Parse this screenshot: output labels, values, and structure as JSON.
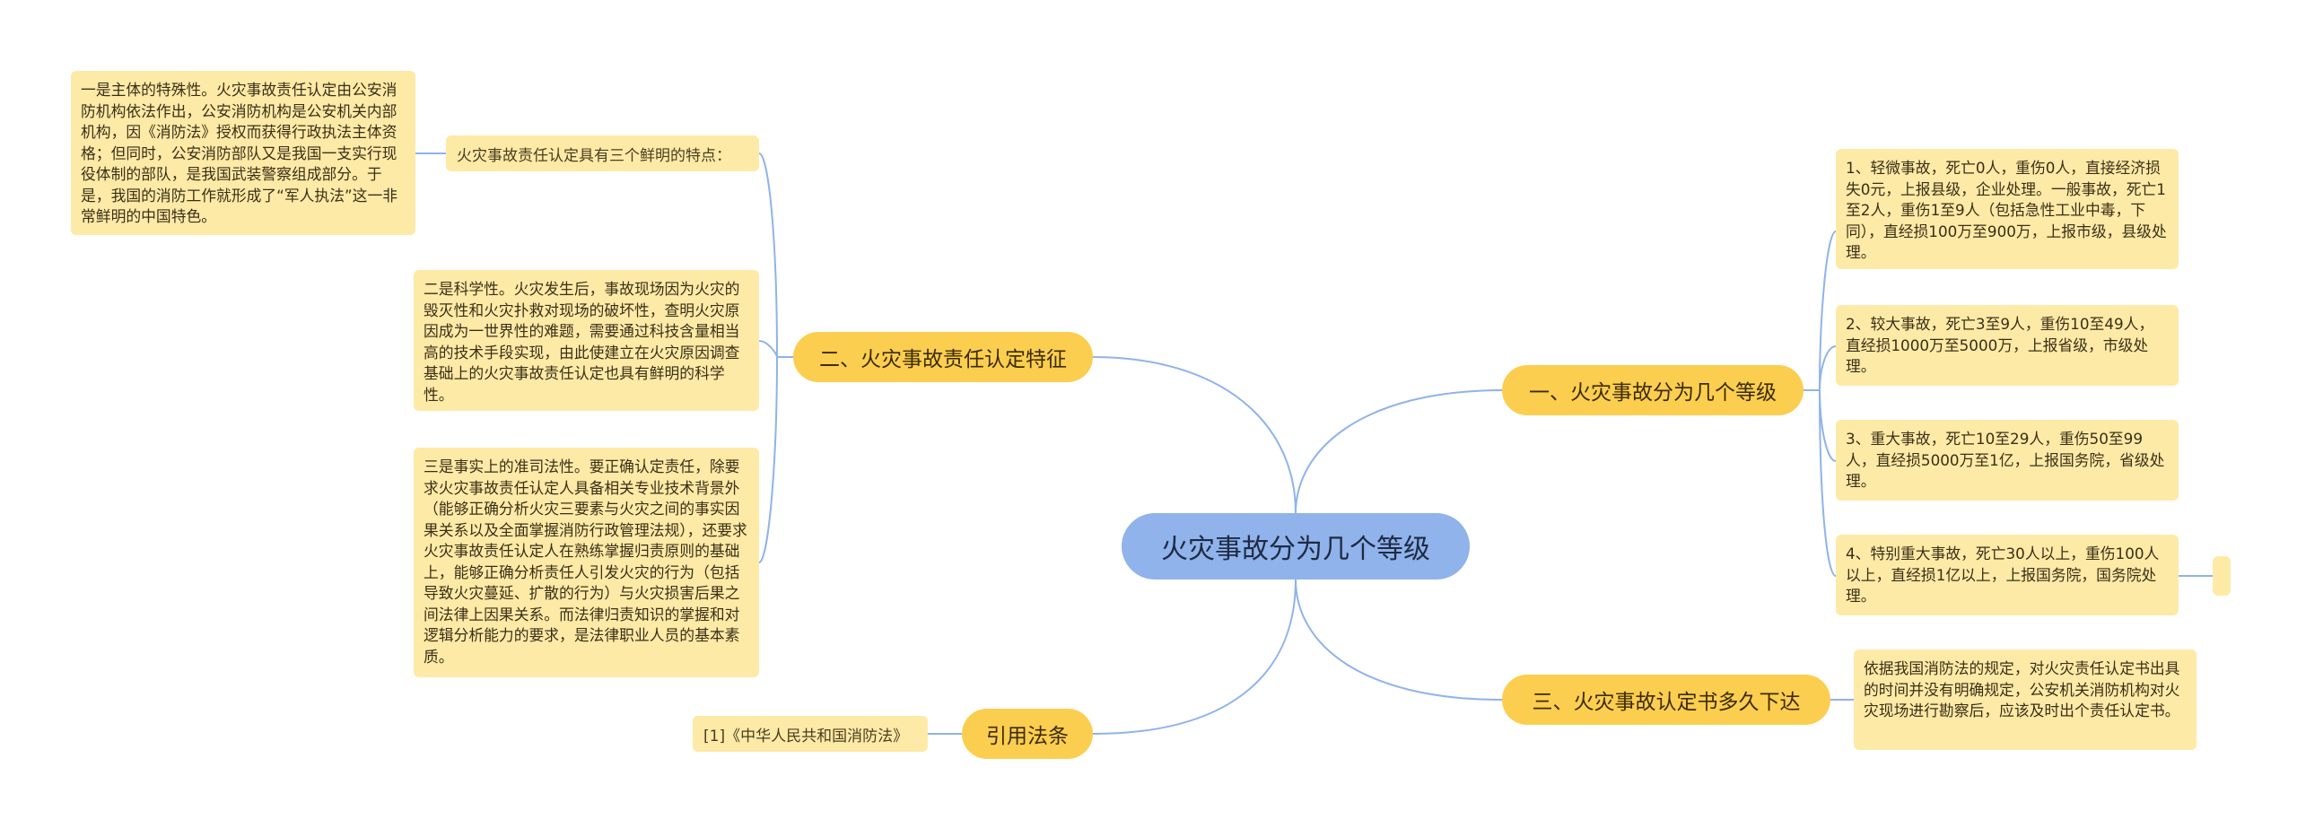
{
  "root": {
    "title": "火灾事故分为几个等级"
  },
  "right": {
    "grades": {
      "title": "一、火灾事故分为几个等级",
      "items": [
        "1、轻微事故，死亡0人，重伤0人，直接经济损失0元，上报县级，企业处理。一般事故，死亡1至2人，重伤1至9人（包括急性工业中毒，下同），直经损100万至900万，上报市级，县级处理。",
        "2、较大事故，死亡3至9人，重伤10至49人，直经损1000万至5000万，上报省级，市级处理。",
        "3、重大事故，死亡10至29人，重伤50至99人，直经损5000万至1亿，上报国务院，省级处理。",
        "4、特别重大事故，死亡30人以上，重伤100人以上，直经损1亿以上，上报国务院，国务院处理。"
      ]
    },
    "deadline": {
      "title": "三、火灾事故认定书多久下达",
      "text": "依据我国消防法的规定，对火灾责任认定书出具的时间并没有明确规定，公安机关消防机构对火灾现场进行勘察后，应该及时出个责任认定书。"
    }
  },
  "left": {
    "features": {
      "title": "二、火灾事故责任认定特征",
      "sub_label": "火灾事故责任认定具有三个鲜明的特点：",
      "sub_text": "一是主体的特殊性。火灾事故责任认定由公安消防机构依法作出，公安消防机构是公安机关内部机构，因《消防法》授权而获得行政执法主体资格；但同时，公安消防部队又是我国一支实行现役体制的部队，是我国武装警察组成部分。于是，我国的消防工作就形成了“军人执法”这一非常鲜明的中国特色。",
      "items": [
        "二是科学性。火灾发生后，事故现场因为火灾的毁灭性和火灾扑救对现场的破坏性，查明火灾原因成为一世界性的难题，需要通过科技含量相当高的技术手段实现，由此使建立在火灾原因调查基础上的火灾事故责任认定也具有鲜明的科学性。",
        "三是事实上的准司法性。要正确认定责任，除要求火灾事故责任认定人具备相关专业技术背景外（能够正确分析火灾三要素与火灾之间的事实因果关系以及全面掌握消防行政管理法规），还要求火灾事故责任认定人在熟练掌握归责原则的基础上，能够正确分析责任人引发火灾的行为（包括导致火灾蔓延、扩散的行为）与火灾损害后果之间法律上因果关系。而法律归责知识的掌握和对逻辑分析能力的要求，是法律职业人员的基本素质。"
      ]
    },
    "law": {
      "title": "引用法条",
      "item": "[1]《中华人民共和国消防法》"
    }
  },
  "colors": {
    "root": "#8fb3ea",
    "main": "#fcce4f",
    "leaf": "#feeaa7",
    "link": "#8fb3ea"
  }
}
